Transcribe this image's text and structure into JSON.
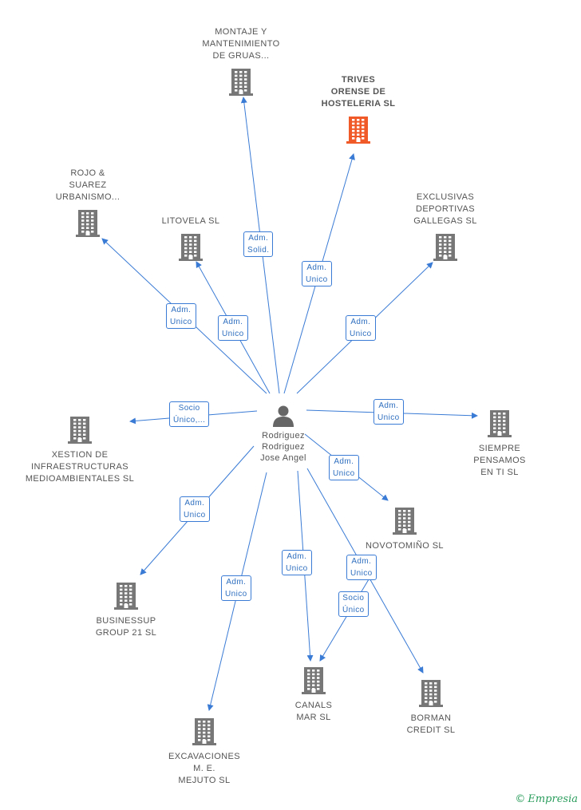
{
  "colors": {
    "edge": "#3a7bd5",
    "building": "#777777",
    "highlight": "#f05a28",
    "brand": "#2a9d5c"
  },
  "center": {
    "name": "Rodriguez\nRodriguez\nJose Angel",
    "icon": "person-icon"
  },
  "nodes": [
    {
      "id": "montaje",
      "name": "MONTAJE Y\nMANTENIMIENTO\nDE GRUAS...",
      "icon": "building-icon",
      "highlight": false
    },
    {
      "id": "trives",
      "name": "TRIVES\nORENSE DE\nHOSTELERIA SL",
      "icon": "building-icon",
      "highlight": true
    },
    {
      "id": "rojo",
      "name": "ROJO &\nSUAREZ\nURBANISMO...",
      "icon": "building-icon",
      "highlight": false
    },
    {
      "id": "litovela",
      "name": "LITOVELA SL",
      "icon": "building-icon",
      "highlight": false
    },
    {
      "id": "exclusivas",
      "name": "EXCLUSIVAS\nDEPORTIVAS\nGALLEGAS SL",
      "icon": "building-icon",
      "highlight": false
    },
    {
      "id": "xestion",
      "name": "XESTION DE\nINFRAESTRUCTURAS\nMEDIOAMBIENTALES SL",
      "icon": "building-icon",
      "highlight": false
    },
    {
      "id": "siempre",
      "name": "SIEMPRE\nPENSAMOS\nEN TI SL",
      "icon": "building-icon",
      "highlight": false
    },
    {
      "id": "novotomino",
      "name": "NOVOTOMIÑO SL",
      "icon": "building-icon",
      "highlight": false
    },
    {
      "id": "businessup",
      "name": "BUSINESSUP\nGROUP 21 SL",
      "icon": "building-icon",
      "highlight": false
    },
    {
      "id": "canals",
      "name": "CANALS\nMAR SL",
      "icon": "building-icon",
      "highlight": false
    },
    {
      "id": "borman",
      "name": "BORMAN\nCREDIT SL",
      "icon": "building-icon",
      "highlight": false
    },
    {
      "id": "excavaciones",
      "name": "EXCAVACIONES\nM. E.\nMEJUTO SL",
      "icon": "building-icon",
      "highlight": false
    }
  ],
  "edges": [
    {
      "from": "center",
      "to": "montaje",
      "label": "Adm.\nSolid."
    },
    {
      "from": "center",
      "to": "trives",
      "label": "Adm.\nUnico"
    },
    {
      "from": "center",
      "to": "rojo",
      "label": "Adm.\nUnico"
    },
    {
      "from": "center",
      "to": "litovela",
      "label": "Adm.\nUnico"
    },
    {
      "from": "center",
      "to": "exclusivas",
      "label": "Adm.\nUnico"
    },
    {
      "from": "center",
      "to": "xestion",
      "label": "Socio\nÚnico,..."
    },
    {
      "from": "center",
      "to": "siempre",
      "label": "Adm.\nUnico"
    },
    {
      "from": "center",
      "to": "novotomino",
      "label": "Adm.\nUnico"
    },
    {
      "from": "center",
      "to": "businessup",
      "label": "Adm.\nUnico"
    },
    {
      "from": "center",
      "to": "canals",
      "label": "Adm.\nUnico"
    },
    {
      "from": "center",
      "to": "borman",
      "label": "Adm.\nUnico"
    },
    {
      "from": "center",
      "to": "excavaciones",
      "label": "Adm.\nUnico"
    },
    {
      "from": "novotomino",
      "to": "canals",
      "label": "Socio\nÚnico"
    }
  ],
  "footer": {
    "copyright_symbol": "©",
    "brand": "Empresia"
  }
}
